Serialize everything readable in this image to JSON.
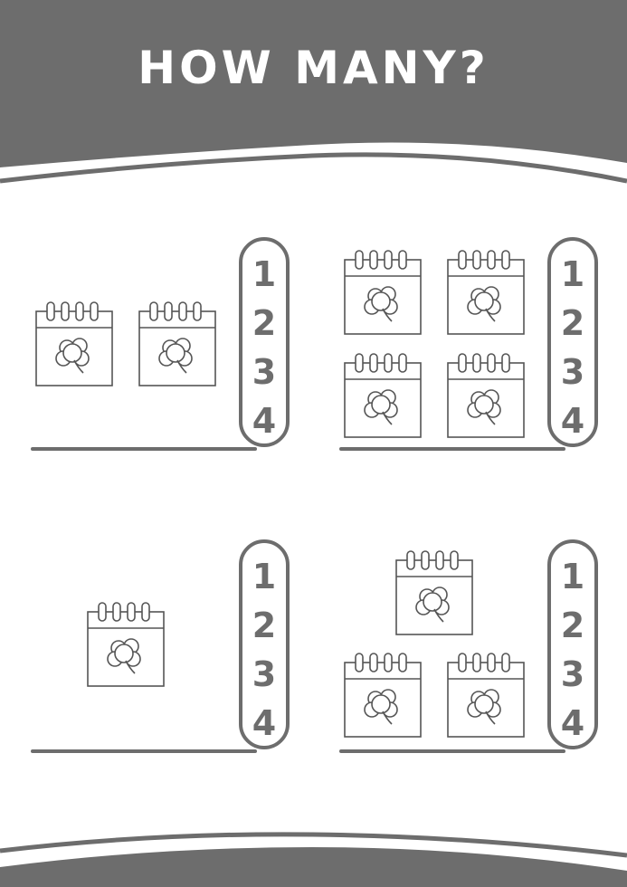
{
  "title": "HOW MANY?",
  "colors": {
    "band": "#6d6d6d",
    "stroke": "#555555",
    "background": "#ffffff"
  },
  "item_icon": "calendar-shamrock-icon",
  "panels": [
    {
      "count": 2,
      "options": [
        "1",
        "2",
        "3",
        "4"
      ]
    },
    {
      "count": 4,
      "options": [
        "1",
        "2",
        "3",
        "4"
      ]
    },
    {
      "count": 1,
      "options": [
        "1",
        "2",
        "3",
        "4"
      ]
    },
    {
      "count": 3,
      "options": [
        "1",
        "2",
        "3",
        "4"
      ]
    }
  ]
}
